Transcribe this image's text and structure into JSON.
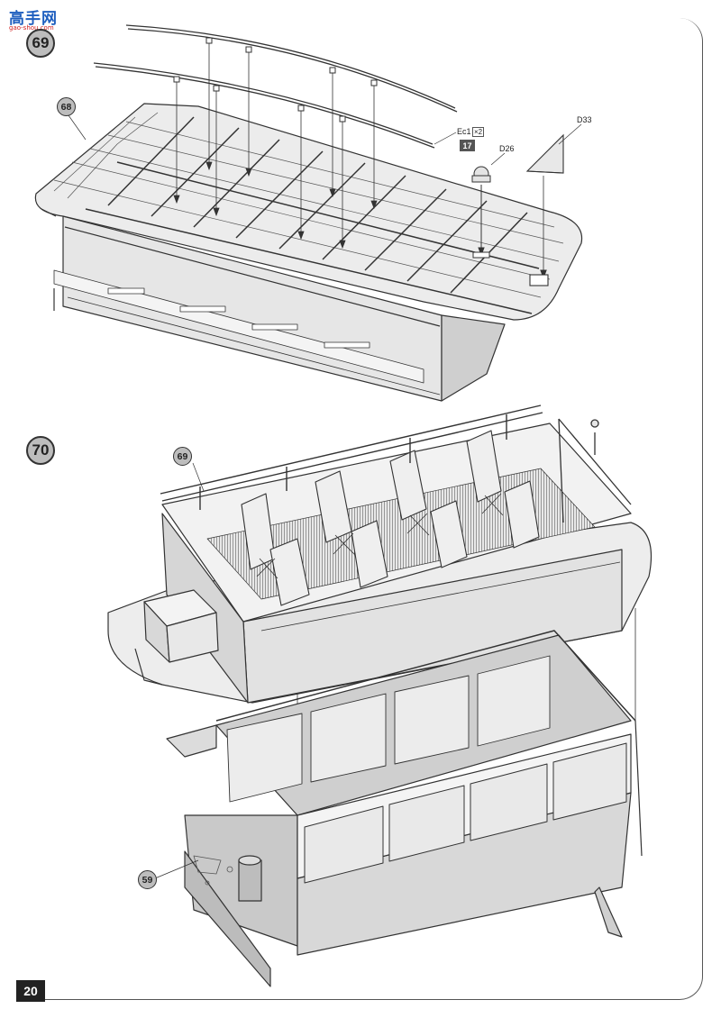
{
  "watermark": {
    "title": "高手网",
    "url": "gao-shou.com"
  },
  "steps": [
    {
      "number": "69",
      "callouts": [
        {
          "label": "68"
        }
      ],
      "parts": [
        {
          "label": "Ec1",
          "qty": "×2",
          "sprue": "17"
        },
        {
          "label": "D26"
        },
        {
          "label": "D33"
        }
      ]
    },
    {
      "number": "70",
      "callouts": [
        {
          "label": "69"
        },
        {
          "label": "59"
        }
      ]
    }
  ],
  "page": {
    "number": "20"
  },
  "colors": {
    "badge_fill": "#bdbdbd",
    "line": "#333333",
    "panel_fill": "#e4e4e4",
    "shadow_fill": "#c8c8c8"
  }
}
